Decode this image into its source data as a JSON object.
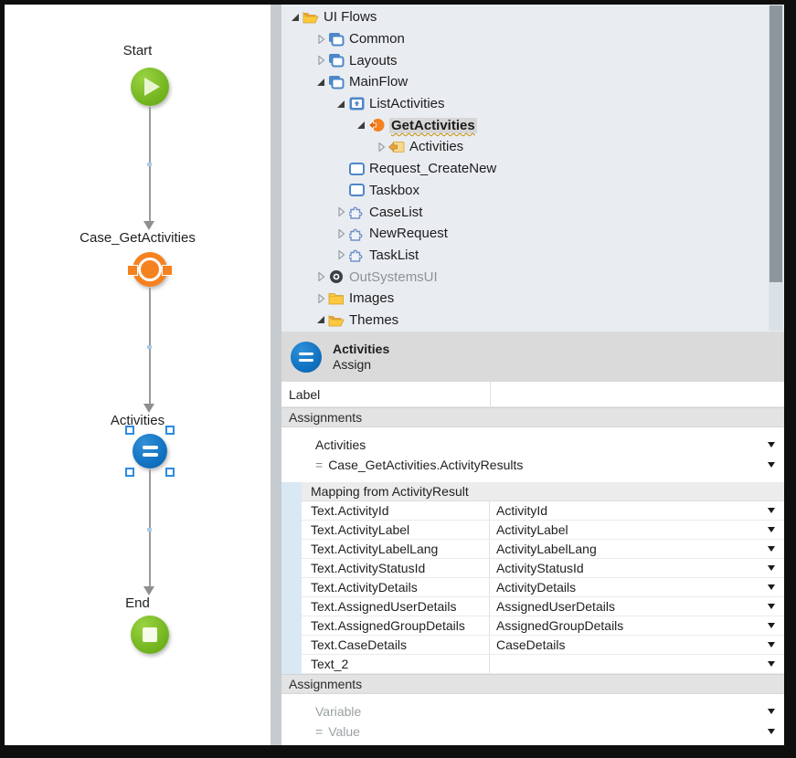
{
  "flow": {
    "nodes": [
      {
        "label": "Start",
        "type": "start"
      },
      {
        "label": "Case_GetActivities",
        "type": "server-action"
      },
      {
        "label": "Activities",
        "type": "assign",
        "selected": true
      },
      {
        "label": "End",
        "type": "end"
      }
    ],
    "colors": {
      "start_end": "#76b822",
      "server_action": "#f58220",
      "assign": "#1173c2",
      "selection": "#2e8be0"
    }
  },
  "tree": {
    "items": [
      {
        "label": "UI Flows",
        "level": 0,
        "expand": "expanded",
        "icon": "folder-open-icon"
      },
      {
        "label": "Common",
        "level": 1,
        "expand": "collapsed",
        "icon": "uiflow-icon"
      },
      {
        "label": "Layouts",
        "level": 1,
        "expand": "collapsed",
        "icon": "uiflow-icon"
      },
      {
        "label": "MainFlow",
        "level": 1,
        "expand": "expanded",
        "icon": "uiflow-icon"
      },
      {
        "label": "ListActivities",
        "level": 2,
        "expand": "expanded",
        "icon": "screen-icon"
      },
      {
        "label": "GetActivities",
        "level": 3,
        "expand": "expanded",
        "icon": "aggregate-icon",
        "selected": true
      },
      {
        "label": "Activities",
        "level": 4,
        "expand": "collapsed",
        "icon": "output-param-icon"
      },
      {
        "label": "Request_CreateNew",
        "level": 2,
        "expand": "none",
        "icon": "screen-empty-icon"
      },
      {
        "label": "Taskbox",
        "level": 2,
        "expand": "none",
        "icon": "screen-empty-icon"
      },
      {
        "label": "CaseList",
        "level": 2,
        "expand": "collapsed",
        "icon": "webblock-icon"
      },
      {
        "label": "NewRequest",
        "level": 2,
        "expand": "collapsed",
        "icon": "webblock-icon"
      },
      {
        "label": "TaskList",
        "level": 2,
        "expand": "collapsed",
        "icon": "webblock-icon"
      },
      {
        "label": "OutSystemsUI",
        "level": 1,
        "expand": "collapsed",
        "icon": "module-icon",
        "muted": true
      },
      {
        "label": "Images",
        "level": 1,
        "expand": "collapsed",
        "icon": "folder-closed-icon"
      },
      {
        "label": "Themes",
        "level": 1,
        "expand": "expanded",
        "icon": "folder-open-icon"
      }
    ]
  },
  "properties": {
    "title": "Activities",
    "subtitle": "Assign",
    "label_row": {
      "name": "Label",
      "value": ""
    },
    "section_1": "Assignments",
    "assignment_1": {
      "variable": "Activities",
      "operator": "=",
      "value": "Case_GetActivities.ActivityResults"
    },
    "mapping": {
      "title": "Mapping from ActivityResult",
      "rows": [
        {
          "from": "Text.ActivityId",
          "to": "ActivityId"
        },
        {
          "from": "Text.ActivityLabel",
          "to": "ActivityLabel"
        },
        {
          "from": "Text.ActivityLabelLang",
          "to": "ActivityLabelLang"
        },
        {
          "from": "Text.ActivityStatusId",
          "to": "ActivityStatusId"
        },
        {
          "from": "Text.ActivityDetails",
          "to": "ActivityDetails"
        },
        {
          "from": "Text.AssignedUserDetails",
          "to": "AssignedUserDetails"
        },
        {
          "from": "Text.AssignedGroupDetails",
          "to": "AssignedGroupDetails"
        },
        {
          "from": "Text.CaseDetails",
          "to": "CaseDetails"
        },
        {
          "from": "Text_2",
          "to": ""
        }
      ]
    },
    "section_2": "Assignments",
    "assignment_2": {
      "variable_placeholder": "Variable",
      "operator": "=",
      "value_placeholder": "Value"
    }
  }
}
